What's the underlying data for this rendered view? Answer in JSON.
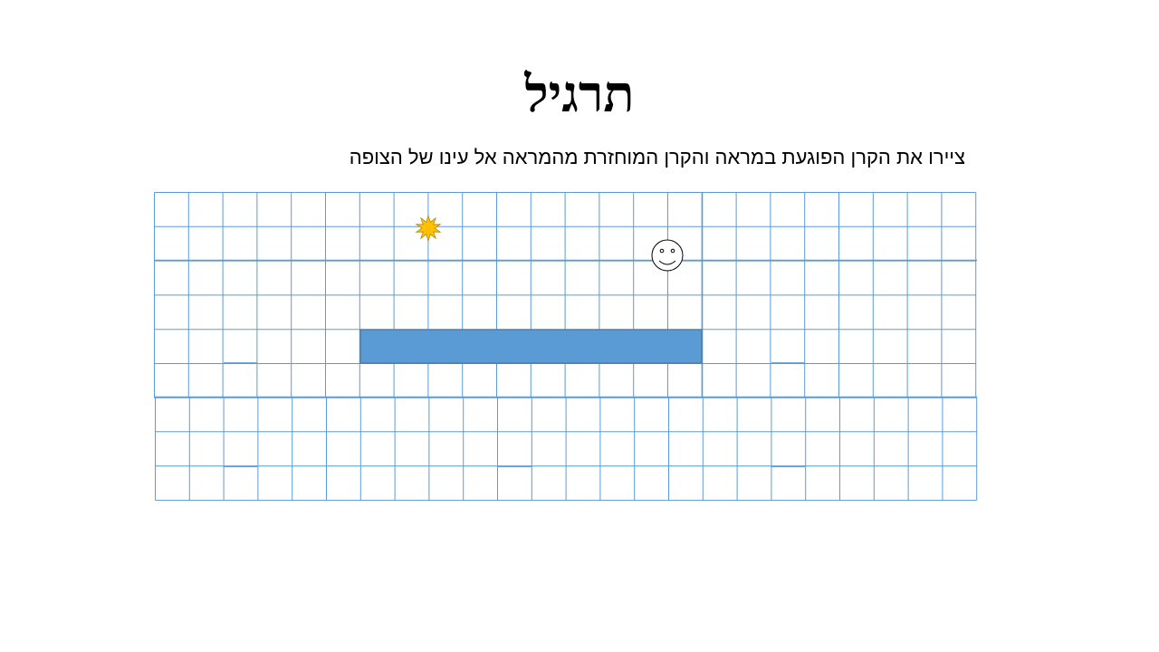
{
  "slide": {
    "title": "תרגיל",
    "instruction": "ציירו את הקרן הפוגעת במראה והקרן המוחזרת מהמראה אל עינו של הצופה"
  },
  "exercise": {
    "grid_columns": 24,
    "grid_rows": 9,
    "grid_color": "#5b9bd5",
    "mirror_color": "#5b9bd5",
    "mirror_edge_color": "#41719c",
    "sun_color": "#ffc000",
    "sun_edge_color": "#b8860b",
    "observer_icon": "smiley-face",
    "light_source_icon": "sun"
  }
}
